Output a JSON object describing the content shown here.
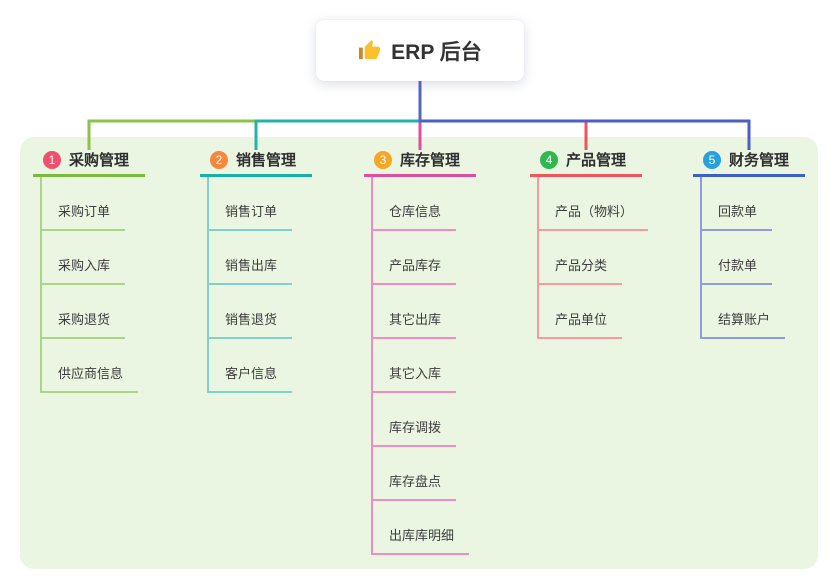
{
  "root": {
    "title": "ERP 后台",
    "icon": "thumbs-up-icon"
  },
  "panel": {
    "background": "#eaf5e2"
  },
  "connector": {
    "root_vertical": "#5565c5"
  },
  "branches": [
    {
      "num": "1",
      "title": "采购管理",
      "colors": {
        "badge": "#f0506e",
        "connector": "#8bc34a",
        "line": "#7cb93d",
        "child_line": "#a9d685"
      },
      "children": [
        "采购订单",
        "采购入库",
        "采购退货",
        "供应商信息"
      ]
    },
    {
      "num": "2",
      "title": "销售管理",
      "colors": {
        "badge": "#f8863d",
        "connector": "#22b3aa",
        "line": "#17b0a7",
        "child_line": "#7fd2ca"
      },
      "children": [
        "销售订单",
        "销售出库",
        "销售退货",
        "客户信息"
      ]
    },
    {
      "num": "3",
      "title": "库存管理",
      "colors": {
        "badge": "#f7a723",
        "connector": "#dd4f9e",
        "line": "#dd4f9e",
        "child_line": "#f18cc1"
      },
      "children": [
        "仓库信息",
        "产品库存",
        "其它出库",
        "其它入库",
        "库存调拨",
        "库存盘点",
        "出库库明细"
      ]
    },
    {
      "num": "4",
      "title": "产品管理",
      "colors": {
        "badge": "#2fb84f",
        "connector": "#f2545b",
        "line": "#f2545b",
        "child_line": "#f89c9b"
      },
      "children": [
        "产品（物料）",
        "产品分类",
        "产品单位"
      ]
    },
    {
      "num": "5",
      "title": "财务管理",
      "colors": {
        "badge": "#28a0dc",
        "connector": "#4a5fc8",
        "line": "#3d5fc8",
        "child_line": "#8e9cd8"
      },
      "children": [
        "回款单",
        "付款单",
        "结算账户"
      ]
    }
  ]
}
